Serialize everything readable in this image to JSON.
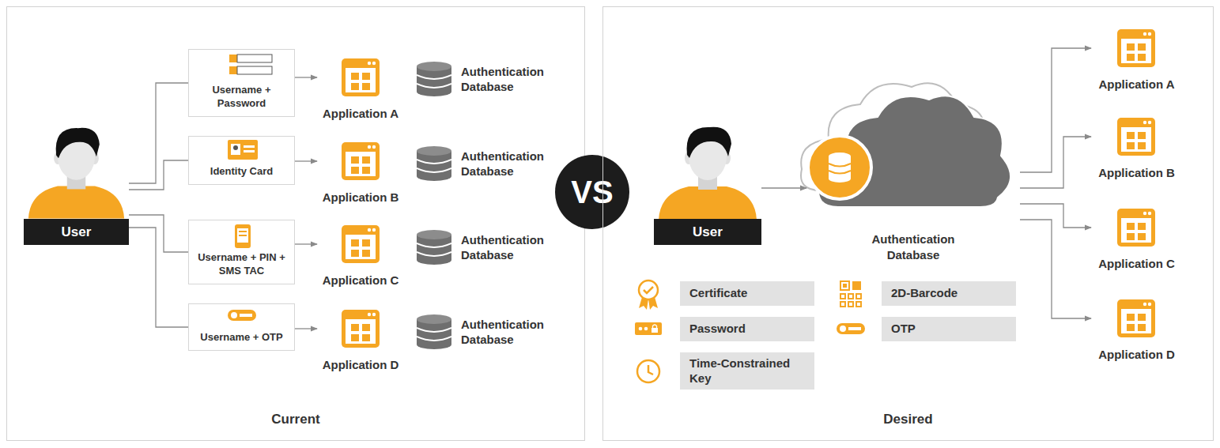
{
  "diagram": {
    "nodes": [
      {
        "text": [
          "Current"
        ]
      },
      {
        "text": [
          "User"
        ],
        "in": 0
      },
      {
        "text": [
          "Username + Password"
        ],
        "in": 0
      },
      {
        "text": [
          "Application A"
        ],
        "in": 0
      },
      {
        "text": [
          "Authentication Database"
        ],
        "in": 0
      },
      {
        "text": [
          "Identity Card"
        ],
        "in": 0
      },
      {
        "text": [
          "Application B"
        ],
        "in": 0
      },
      {
        "text": [
          "Authentication Database"
        ],
        "in": 0
      },
      {
        "text": [
          "Username + PIN + SMS TAC"
        ],
        "in": 0
      },
      {
        "text": [
          "Application C"
        ],
        "in": 0
      },
      {
        "text": [
          "Authentication Database"
        ],
        "in": 0
      },
      {
        "text": [
          "Username + OTP"
        ],
        "in": 0
      },
      {
        "text": [
          "Application D"
        ],
        "in": 0
      },
      {
        "text": [
          "Authentication Database"
        ],
        "in": 0
      },
      {
        "text": [
          "VS"
        ]
      },
      {
        "text": [
          "Desired"
        ]
      },
      {
        "text": [
          "User"
        ],
        "in": 15
      },
      {
        "text": [
          "Authentication Database"
        ],
        "in": 15
      },
      {
        "text": [
          "Application A"
        ],
        "in": 15
      },
      {
        "text": [
          "Application B"
        ],
        "in": 15
      },
      {
        "text": [
          "Application C"
        ],
        "in": 15
      },
      {
        "text": [
          "Application D"
        ],
        "in": 15
      },
      {
        "text": [
          "Certificate"
        ],
        "in": 15
      },
      {
        "text": [
          "2D-Barcode"
        ],
        "in": 15
      },
      {
        "text": [
          "Password"
        ],
        "in": 15
      },
      {
        "text": [
          "OTP"
        ],
        "in": 15
      },
      {
        "text": [
          "Time-Constrained Key"
        ],
        "in": 15
      }
    ],
    "edges": [
      {
        "from": 1,
        "to": 2,
        "arrow": "none"
      },
      {
        "from": 2,
        "to": 3,
        "arrow": "to"
      },
      {
        "from": 1,
        "to": 5,
        "arrow": "none"
      },
      {
        "from": 5,
        "to": 6,
        "arrow": "to"
      },
      {
        "from": 1,
        "to": 8,
        "arrow": "none"
      },
      {
        "from": 8,
        "to": 9,
        "arrow": "to"
      },
      {
        "from": 1,
        "to": 11,
        "arrow": "none"
      },
      {
        "from": 11,
        "to": 12,
        "arrow": "to"
      },
      {
        "from": 16,
        "to": 17,
        "arrow": "to"
      },
      {
        "from": 17,
        "to": 18,
        "arrow": "to"
      },
      {
        "from": 17,
        "to": 19,
        "arrow": "to"
      },
      {
        "from": 17,
        "to": 20,
        "arrow": "to"
      },
      {
        "from": 17,
        "to": 21,
        "arrow": "to"
      }
    ]
  }
}
